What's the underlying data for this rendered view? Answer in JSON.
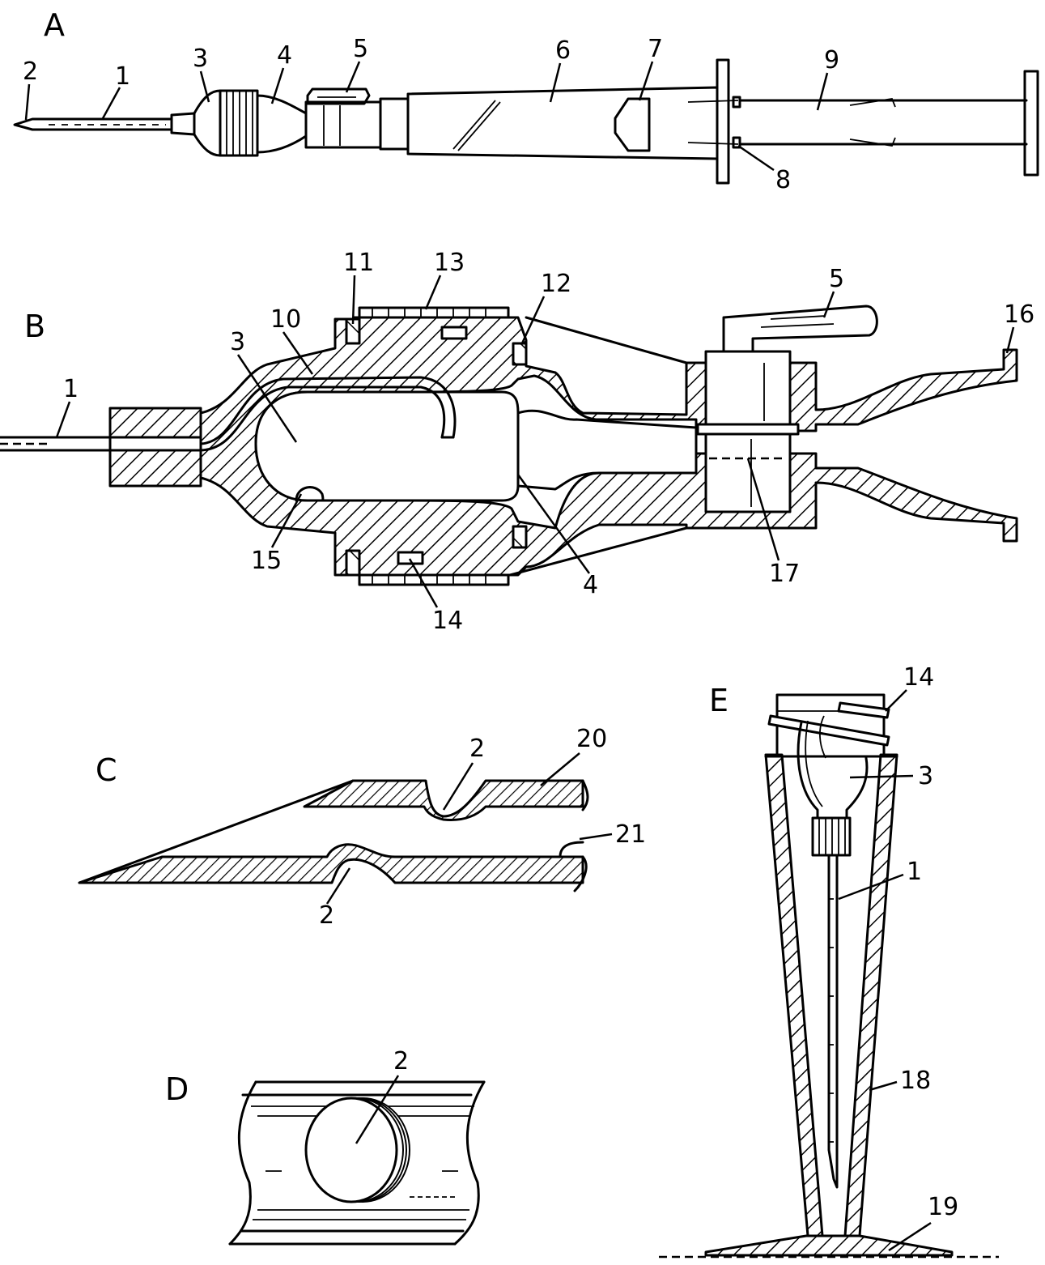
{
  "panels": {
    "A": "A",
    "B": "B",
    "C": "C",
    "D": "D",
    "E": "E"
  },
  "labels": {
    "a_2": "2",
    "a_1": "1",
    "a_3": "3",
    "a_4": "4",
    "a_5": "5",
    "a_6": "6",
    "a_7": "7",
    "a_9": "9",
    "a_8": "8",
    "b_11": "11",
    "b_13": "13",
    "b_12": "12",
    "b_5": "5",
    "b_16": "16",
    "b_10": "10",
    "b_3": "3",
    "b_1": "1",
    "b_15": "15",
    "b_14": "14",
    "b_4": "4",
    "b_17": "17",
    "c_2a": "2",
    "c_20": "20",
    "c_21": "21",
    "c_2b": "2",
    "d_2": "2",
    "e_14": "14",
    "e_3": "3",
    "e_1": "1",
    "e_18": "18",
    "e_19": "19"
  }
}
